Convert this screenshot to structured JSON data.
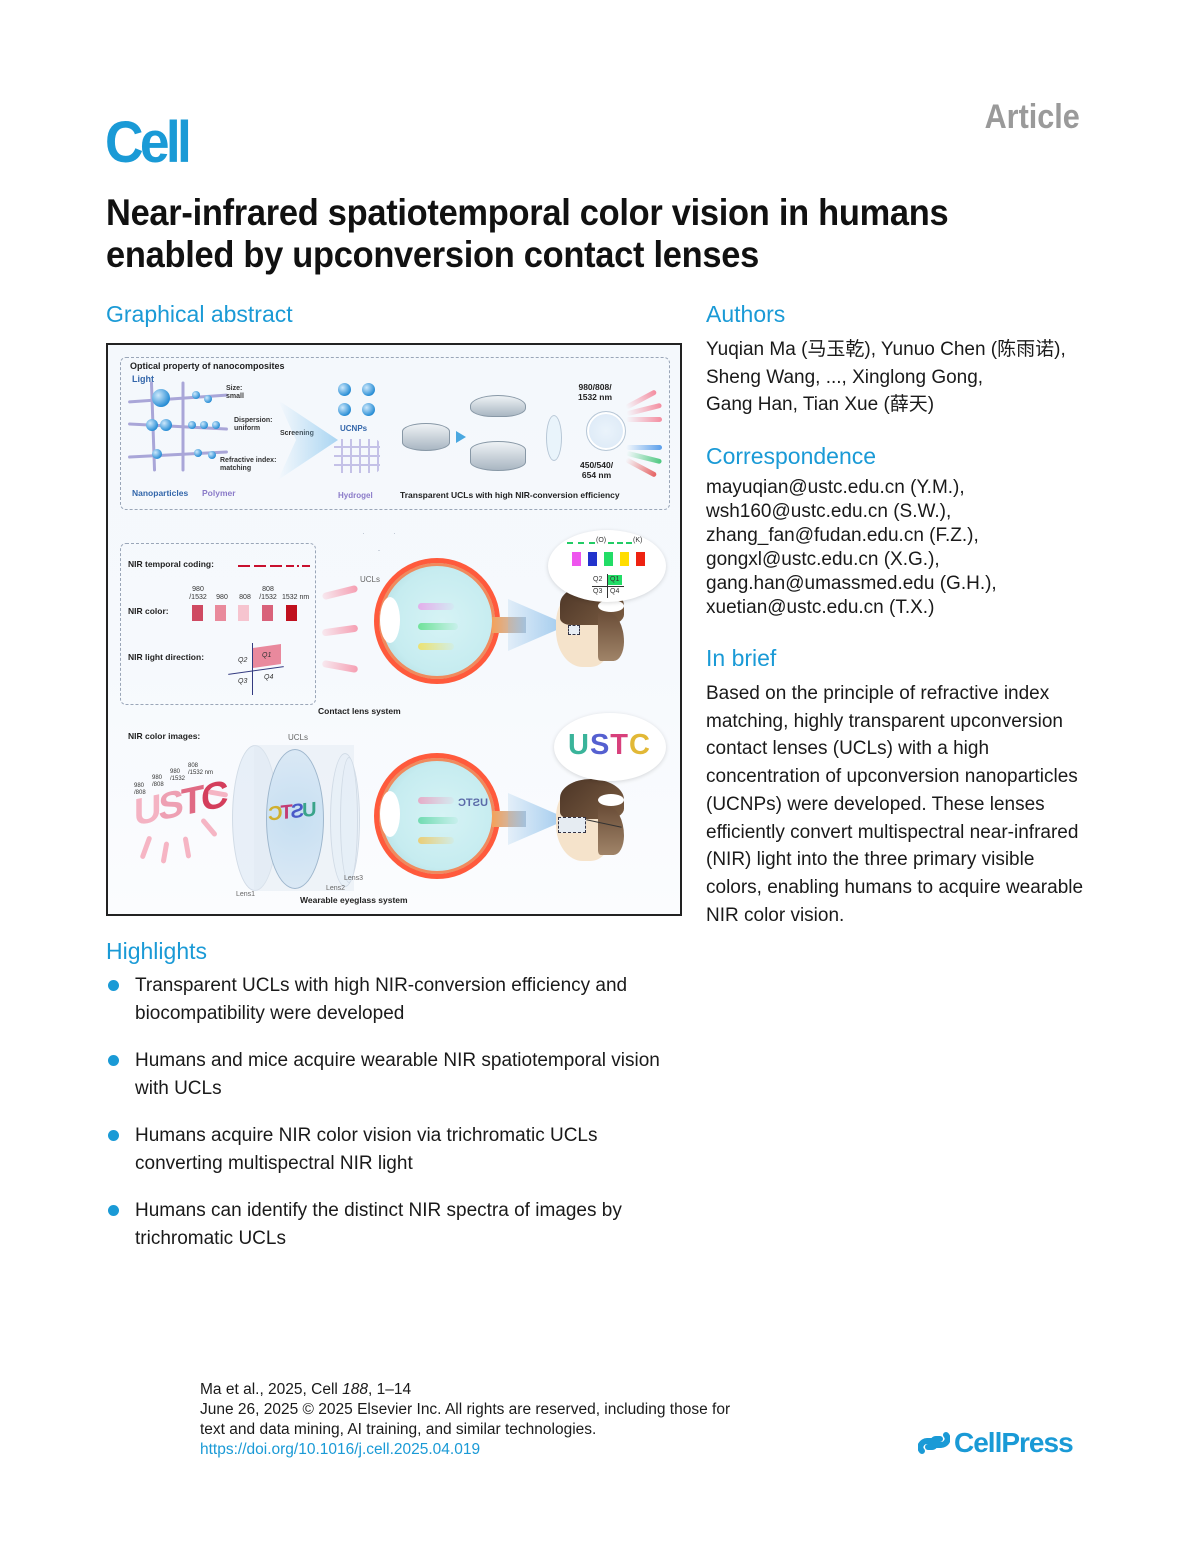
{
  "journal": {
    "logo": "Cell",
    "article_type": "Article"
  },
  "title": {
    "line1": "Near-infrared spatiotemporal color vision in humans",
    "line2": "enabled by upconversion contact lenses"
  },
  "graphical_abstract": {
    "heading": "Graphical abstract",
    "panel1": {
      "title": "Optical property of nanocomposites",
      "light_label": "Light",
      "size_label": "Size:",
      "size_value": "small",
      "dispersion_label": "Dispersion:",
      "dispersion_value": "uniform",
      "refractive_label": "Refractive index:",
      "refractive_value": "matching",
      "screening_label": "Screening",
      "ucnps_label": "UCNPs",
      "hydrogel_label": "Hydrogel",
      "nanoparticles_label": "Nanoparticles",
      "polymer_label": "Polymer",
      "input_wavelengths_l1": "980/808/",
      "input_wavelengths_l2": "1532 nm",
      "output_wavelengths_l1": "450/540/",
      "output_wavelengths_l2": "654 nm",
      "caption": "Transparent UCLs with high NIR-conversion efficiency"
    },
    "panel2": {
      "temporal_label": "NIR temporal coding:",
      "color_label": "NIR color:",
      "direction_label": "NIR light direction:",
      "swatches": [
        {
          "label_l1": "980",
          "label_l2": "/1532",
          "color": "#cf4a62"
        },
        {
          "label_l1": "",
          "label_l2": "980",
          "color": "#e98a9c"
        },
        {
          "label_l1": "",
          "label_l2": "808",
          "color": "#f6c4cf"
        },
        {
          "label_l1": "808",
          "label_l2": "/1532",
          "color": "#d9627a"
        },
        {
          "label_l1": "",
          "label_l2": "1532 nm",
          "color": "#c0101e"
        }
      ],
      "quadrants": [
        "Q1",
        "Q2",
        "Q3",
        "Q4"
      ],
      "ucls_label": "UCLs",
      "caption": "Contact lens system",
      "bubble": {
        "code_o": "(O)",
        "code_k": "(K)",
        "colors": [
          "#ee55ee",
          "#2233cc",
          "#22dd66",
          "#ffdd00",
          "#ee2211"
        ],
        "quadrants": [
          "Q2",
          "Q1",
          "Q3",
          "Q4"
        ]
      }
    },
    "panel3": {
      "images_label": "NIR color images:",
      "word": "USTC",
      "wavelength_labels": [
        "980\n/808",
        "980\n/808",
        "980\n/1532",
        "808\n/1532 nm"
      ],
      "ucls_label": "UCLs",
      "lens1": "Lens1",
      "lens2": "Lens2",
      "lens3": "Lens3",
      "caption": "Wearable eyeglass system",
      "bubble_word": "USTC"
    }
  },
  "authors": {
    "heading": "Authors",
    "line1": "Yuqian Ma (马玉乾), Yunuo Chen (陈雨诺),",
    "line2": "Sheng Wang, ..., Xinglong Gong,",
    "line3": "Gang Han, Tian Xue (薛天)"
  },
  "correspondence": {
    "heading": "Correspondence",
    "emails": [
      "mayuqian@ustc.edu.cn (Y.M.),",
      "wsh160@ustc.edu.cn (S.W.),",
      "zhang_fan@fudan.edu.cn (F.Z.),",
      "gongxl@ustc.edu.cn (X.G.),",
      "gang.han@umassmed.edu (G.H.),",
      "xuetian@ustc.edu.cn (T.X.)"
    ]
  },
  "in_brief": {
    "heading": "In brief",
    "text": "Based on the principle of refractive index matching, highly transparent upconversion contact lenses (UCLs) with a high concentration of upconversion nanoparticles (UCNPs) were developed. These lenses efficiently convert multispectral near-infrared (NIR) light into the three primary visible colors, enabling humans to acquire wearable NIR color vision."
  },
  "highlights": {
    "heading": "Highlights",
    "items": [
      "Transparent UCLs with high NIR-conversion efficiency and biocompatibility were developed",
      "Humans and mice acquire wearable NIR spatiotemporal vision with UCLs",
      "Humans acquire NIR color vision via trichromatic UCLs converting multispectral NIR light",
      "Humans can identify the distinct NIR spectra of images by trichromatic UCLs"
    ]
  },
  "footer": {
    "citation_prefix": "Ma et al., 2025, Cell ",
    "volume": "188",
    "pages": ", 1–14",
    "line2": "June 26, 2025 © 2025 Elsevier Inc. All rights are reserved, including those for",
    "line3": "text and data mining, AI training, and similar technologies.",
    "doi": "https://doi.org/10.1016/j.cell.2025.04.019"
  },
  "publisher": {
    "name": "CellPress"
  },
  "colors": {
    "accent": "#1a9ad6",
    "article_gray": "#9a9a9a"
  }
}
